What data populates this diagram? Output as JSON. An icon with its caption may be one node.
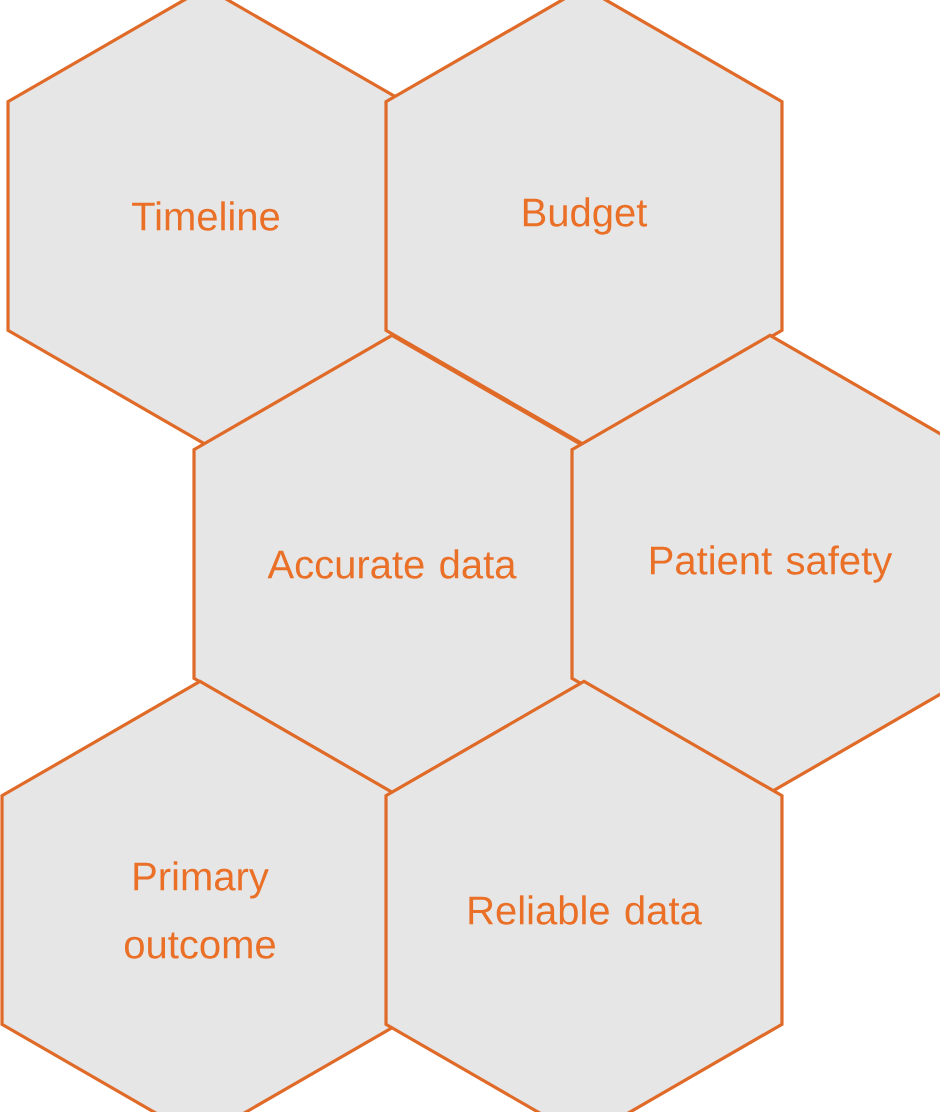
{
  "diagram": {
    "nodes": [
      {
        "text": [
          "Timeline"
        ]
      },
      {
        "text": [
          "Budget"
        ]
      },
      {
        "text": [
          "Accurate data"
        ]
      },
      {
        "text": [
          "Patient safety"
        ]
      },
      {
        "text": [
          "Primary outcome"
        ]
      },
      {
        "text": [
          "Reliable data"
        ]
      }
    ]
  }
}
